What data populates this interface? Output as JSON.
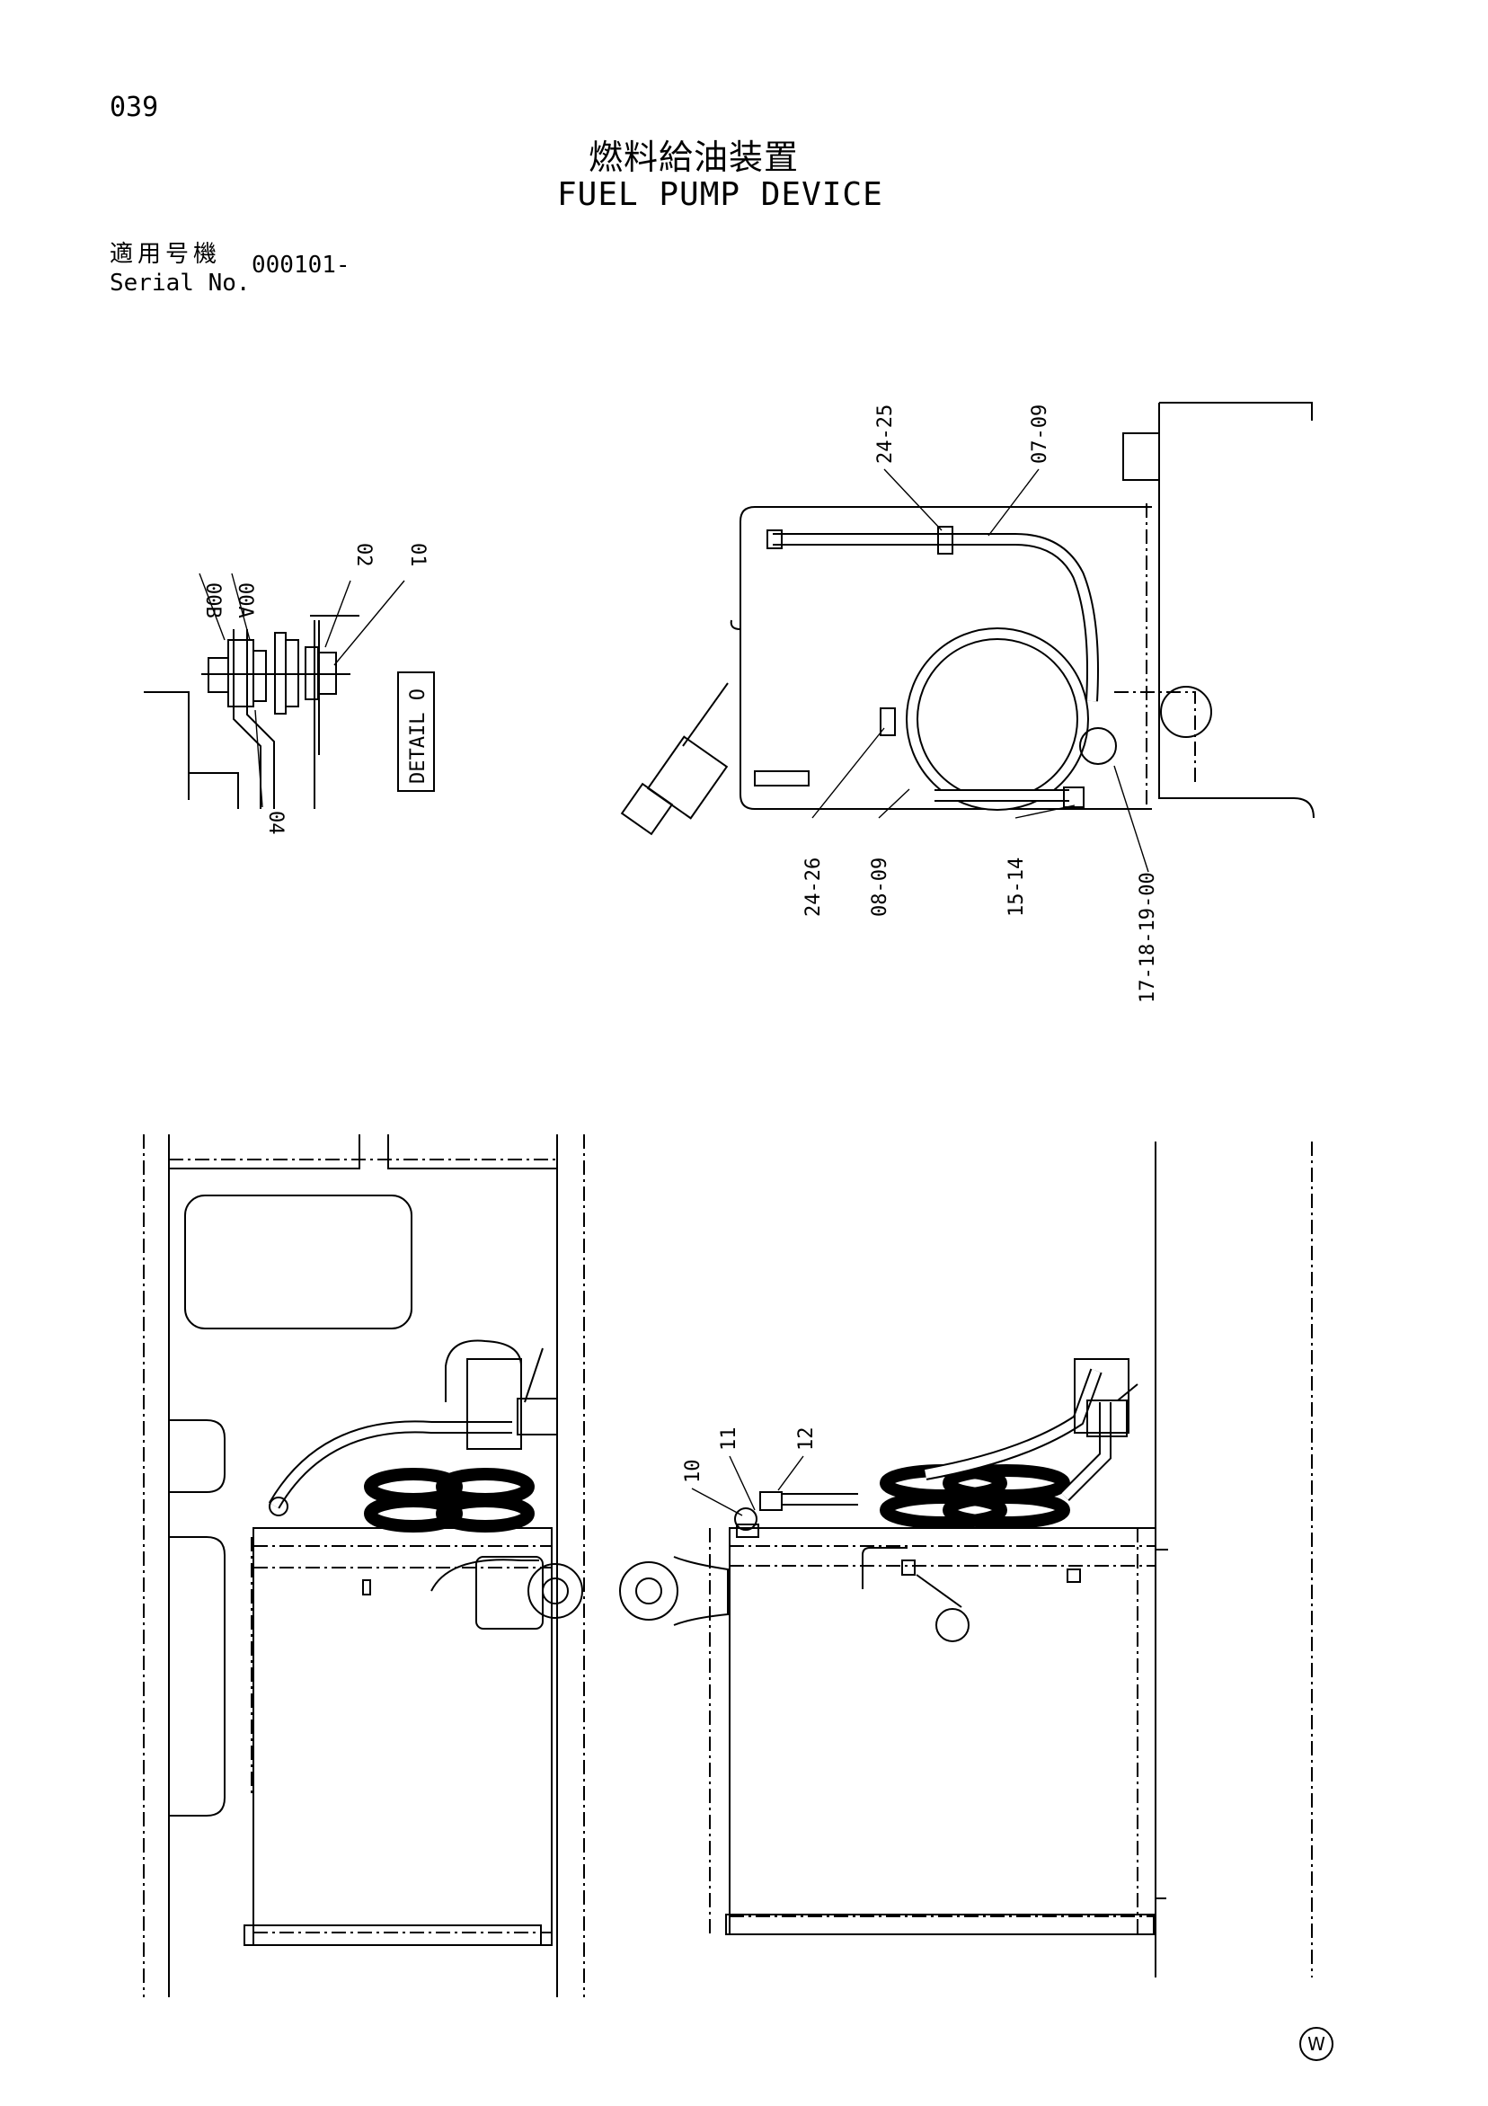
{
  "header": {
    "page_number": "039",
    "title_jp": "燃料給油装置",
    "title_en": "FUEL PUMP DEVICE",
    "serial_label_jp": "適用号機",
    "serial_label_en": "Serial No.",
    "serial_value": "000101-"
  },
  "detail": {
    "box_label": "DETAIL O",
    "callouts": [
      "00B",
      "00A",
      "02",
      "01",
      "04"
    ]
  },
  "top_view": {
    "callouts": [
      "24-25",
      "07-09",
      "24-26",
      "08-09",
      "15-14",
      "17-18-19-00"
    ]
  },
  "side_view": {
    "callouts": [
      "10",
      "11",
      "12"
    ]
  },
  "footer": {
    "mark": "W"
  }
}
